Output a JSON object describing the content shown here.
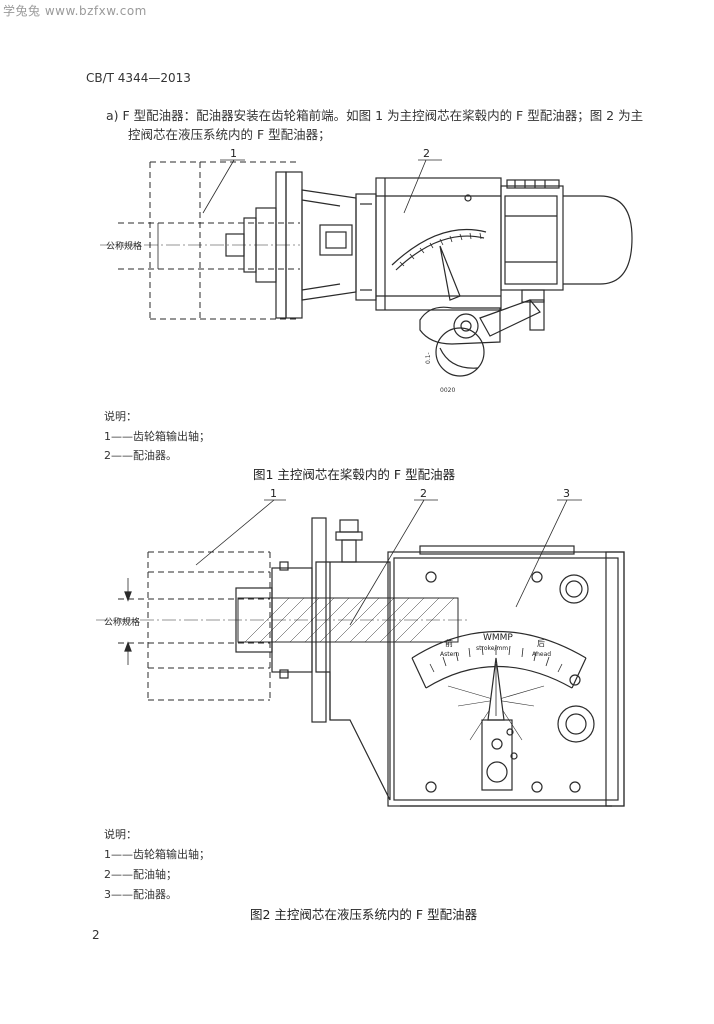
{
  "watermark": "学兔兔 www.bzfxw.com",
  "standard_code": "CB/T 4344—2013",
  "intro": {
    "line1": "a)   F 型配油器：配油器安装在齿轮箱前端。如图 1 为主控阀芯在桨毂内的 F 型配油器；图 2 为主",
    "line2": "控阀芯在液压系统内的 F 型配油器；"
  },
  "figure1": {
    "callouts": [
      "1",
      "2"
    ],
    "dimension_label": "公称规格",
    "legend_title": "说明：",
    "legend": [
      "1——齿轮箱输出轴；",
      "2——配油器。"
    ],
    "caption": "图1    主控阀芯在桨毂内的 F 型配油器"
  },
  "figure2": {
    "callouts": [
      "1",
      "2",
      "3"
    ],
    "dimension_label": "公称规格",
    "gauge": {
      "title": "WMMP",
      "subtitle": "stroke/mm",
      "left_label": "前",
      "left_sub": "Astern",
      "right_label": "后",
      "right_sub": "Ahead"
    },
    "legend_title": "说明：",
    "legend": [
      "1——齿轮箱输出轴；",
      "2——配油轴；",
      "3——配油器。"
    ],
    "caption": "图2    主控阀芯在液压系统内的 F 型配油器"
  },
  "page_number": "2"
}
